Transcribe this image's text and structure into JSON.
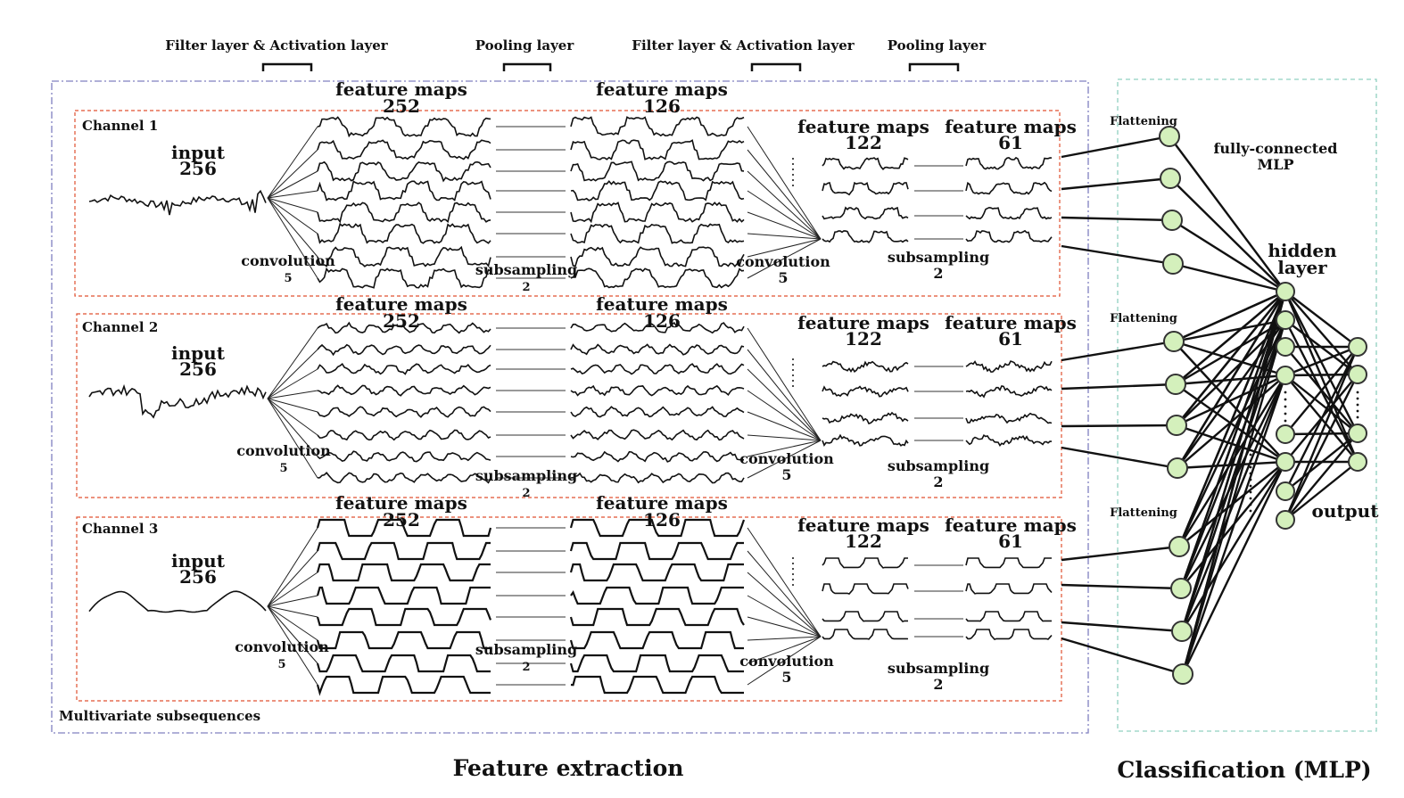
{
  "header": {
    "filter_1": "Filter layer & Activation layer",
    "pool_1": "Pooling layer",
    "filter_2": "Filter layer & Activation layer",
    "pool_2": "Pooling layer"
  },
  "labels": {
    "feature_maps": "feature maps",
    "input": "input",
    "input_len": "256",
    "fm_252": "252",
    "fm_126": "126",
    "fm_122": "122",
    "fm_61": "61",
    "convolution": "convolution",
    "conv_size": "5",
    "subsampling": "subsampling",
    "sub_size": "2",
    "flattening": "Flattening",
    "fully_connected": "fully-connected",
    "mlp": "MLP",
    "hidden": "hidden",
    "layer": "layer",
    "output": "output",
    "multivariate": "Multivariate subsequences",
    "feature_extraction": "Feature extraction",
    "classification": "Classification (MLP)"
  },
  "channels": [
    {
      "name": "Channel 1",
      "style": "spiky"
    },
    {
      "name": "Channel 2",
      "style": "noisy"
    },
    {
      "name": "Channel 3",
      "style": "smooth"
    }
  ],
  "colors": {
    "feature_box": "#8080c0",
    "channel_box": "#e05030",
    "mlp_box": "#90d0c0",
    "node_fill": "#d4f0bc"
  }
}
